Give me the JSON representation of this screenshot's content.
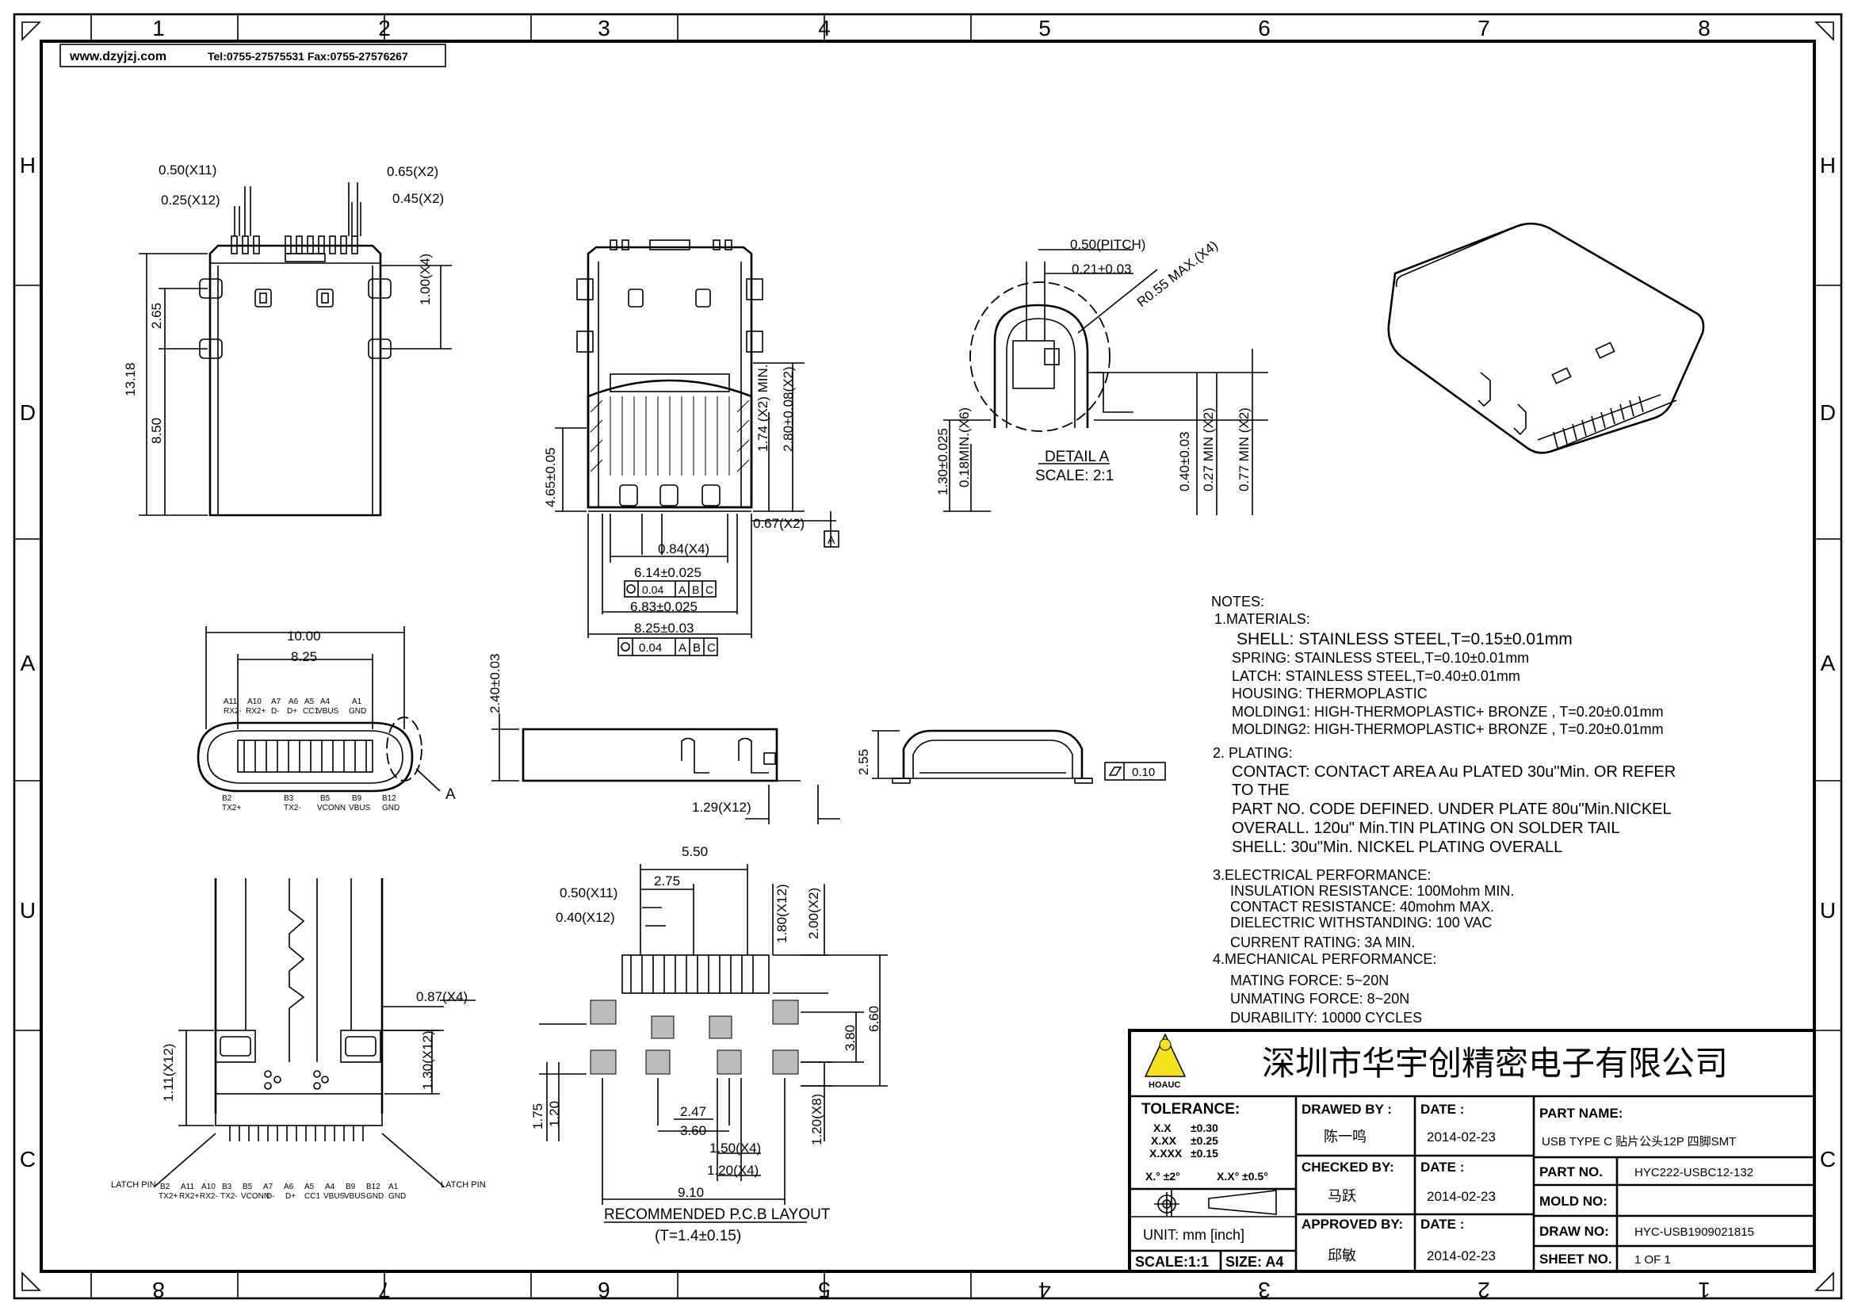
{
  "header": {
    "website": "www.dzyjzj.com",
    "contact": "Tel:0755-27575531  Fax:0755-27576267"
  },
  "zones": {
    "columns": [
      "1",
      "2",
      "3",
      "4",
      "5",
      "6",
      "7",
      "8"
    ],
    "rows": [
      "H",
      "D",
      "A",
      "U",
      "C"
    ]
  },
  "top_view": {
    "dims": [
      "0.50(X11)",
      "0.25(X12)",
      "0.65(X2)",
      "0.45(X2)",
      "1.00(X4)",
      "2.65",
      "8.50",
      "13.18"
    ]
  },
  "front_section": {
    "dims": [
      "0.50(PITCH)",
      "0.21±0.03",
      "R0.55 MAX.(X4)",
      "4.65±0.05",
      "1.74 (X2) MIN.",
      "2.80±0.08(X2)",
      "0.67(X2)",
      "0.84(X4)",
      "6.14±0.025",
      "6.83±0.025",
      "8.25±0.03"
    ],
    "datum": "A",
    "fcf": [
      "0.04",
      "A",
      "B",
      "C"
    ]
  },
  "detail_a": {
    "title": "DETAIL  A",
    "scale": "SCALE:  2:1",
    "dims": [
      "1.30±0.025",
      "0.18MIN.(X6)",
      "0.40±0.03",
      "0.27 MIN (X2)",
      "0.77 MIN (X2)"
    ]
  },
  "mating_face": {
    "dims": [
      "10.00",
      "8.25"
    ],
    "top_pins": [
      "A11",
      "A10",
      "A7",
      "A6",
      "A5",
      "A4",
      "A1"
    ],
    "top_signals": [
      "RX2-",
      "RX2+",
      "D-",
      "D+",
      "CC1",
      "VBUS",
      "GND"
    ],
    "bottom_pins": [
      "B2",
      "B3",
      "B5",
      "B9",
      "B12"
    ],
    "bottom_signals": [
      "TX2+",
      "TX2-",
      "VCONN",
      "VBUS",
      "GND"
    ],
    "detail_ref": "A"
  },
  "side_view": {
    "dims": [
      "2.40±0.03",
      "1.29(X12)"
    ]
  },
  "end_view": {
    "dims": [
      "2.55"
    ],
    "flatness": "0.10"
  },
  "bottom_view": {
    "dims": [
      "0.87(X4)",
      "1.11(X12)",
      "1.30(X12)"
    ],
    "latch_label": "LATCH PIN",
    "pin_labels": [
      "B2",
      "A11",
      "A10",
      "B3",
      "B5",
      "A7",
      "A6",
      "A5",
      "A4",
      "B9",
      "B12",
      "A1"
    ],
    "signal_labels": [
      "TX2+",
      "RX2+",
      "RX2-",
      "TX2-",
      "VCONN",
      "D-",
      "D+",
      "CC1",
      "VBUS",
      "VBUS",
      "GND",
      "GND"
    ]
  },
  "pcb_layout": {
    "title": "RECOMMENDED  P.C.B  LAYOUT",
    "thickness": "(T=1.4±0.15)",
    "dims": [
      "5.50",
      "2.75",
      "0.50(X11)",
      "0.40(X12)",
      "1.80(X12)",
      "2.00(X2)",
      "6.60",
      "3.80",
      "1.75",
      "1.20",
      "2.47",
      "3.60",
      "1.50(X4)",
      "1.20(X4)",
      "1.20(X8)",
      "9.10"
    ]
  },
  "notes": {
    "title": "NOTES:",
    "lines": [
      "1.MATERIALS:",
      "SHELL:  STAINLESS  STEEL,T=0.15±0.01mm",
      "SPRING: STAINLESS STEEL,T=0.10±0.01mm",
      "LATCH: STAINLESS STEEL,T=0.40±0.01mm",
      "HOUSING: THERMOPLASTIC",
      "MOLDING1: HIGH-THERMOPLASTIC+ BRONZE , T=0.20±0.01mm",
      "MOLDING2: HIGH-THERMOPLASTIC+ BRONZE , T=0.20±0.01mm",
      "2.  PLATING:",
      "CONTACT:     CONTACT  AREA  Au  PLATED  30u\"Min.  OR  REFER",
      "TO  THE",
      "PART  NO.  CODE  DEFINED.  UNDER  PLATE  80u\"Min.NICKEL",
      "OVERALL.  120u\"  Min.TIN  PLATING  ON  SOLDER  TAIL",
      "SHELL:    30u\"Min.  NICKEL  PLATING  OVERALL",
      "3.ELECTRICAL  PERFORMANCE:",
      "INSULATION  RESISTANCE: 100Mohm  MIN.",
      "CONTACT  RESISTANCE: 40mohm  MAX.",
      "DIELECTRIC  WITHSTANDING:  100  VAC",
      "CURRENT  RATING:  3A  MIN.",
      "4.MECHANICAL  PERFORMANCE:",
      "MATING  FORCE:  5~20N",
      "UNMATING  FORCE:  8~20N",
      "DURABILITY:  10000  CYCLES"
    ]
  },
  "title_block": {
    "company": "深圳市华宇创精密电子有限公司",
    "logo_text": "HOAUC",
    "tolerance_label": "TOLERANCE:",
    "tolerances": [
      {
        "k": "X.X",
        "v": "±0.30"
      },
      {
        "k": "X.XX",
        "v": "±0.25"
      },
      {
        "k": "X.XXX",
        "v": "±0.15"
      }
    ],
    "angle_tol": [
      "X.°  ±2°",
      "X.X°  ±0.5°"
    ],
    "unit": "UNIT:  mm  [inch]",
    "scale": "SCALE:1:1",
    "size": "SIZE:  A4",
    "drawn_by_label": "DRAWED  BY :",
    "drawn_by": "陈一鸣",
    "checked_by_label": "CHECKED  BY:",
    "checked_by": "马跃",
    "approved_by_label": "APPROVED  BY:",
    "approved_by": "邱敏",
    "date_label": "DATE :",
    "date1": "2014-02-23",
    "date2": "2014-02-23",
    "date3": "2014-02-23",
    "part_name_label": "PART  NAME:",
    "part_name": "USB  TYPE  C  贴片公头12P  四脚SMT",
    "part_no_label": "PART  NO.",
    "part_no": "HYC222-USBC12-132",
    "mold_no_label": "MOLD  NO:",
    "mold_no": "",
    "draw_no_label": "DRAW  NO:",
    "draw_no": "HYC-USB1909021815",
    "sheet_no_label": "SHEET  NO.",
    "sheet_no": "1  OF  1"
  }
}
